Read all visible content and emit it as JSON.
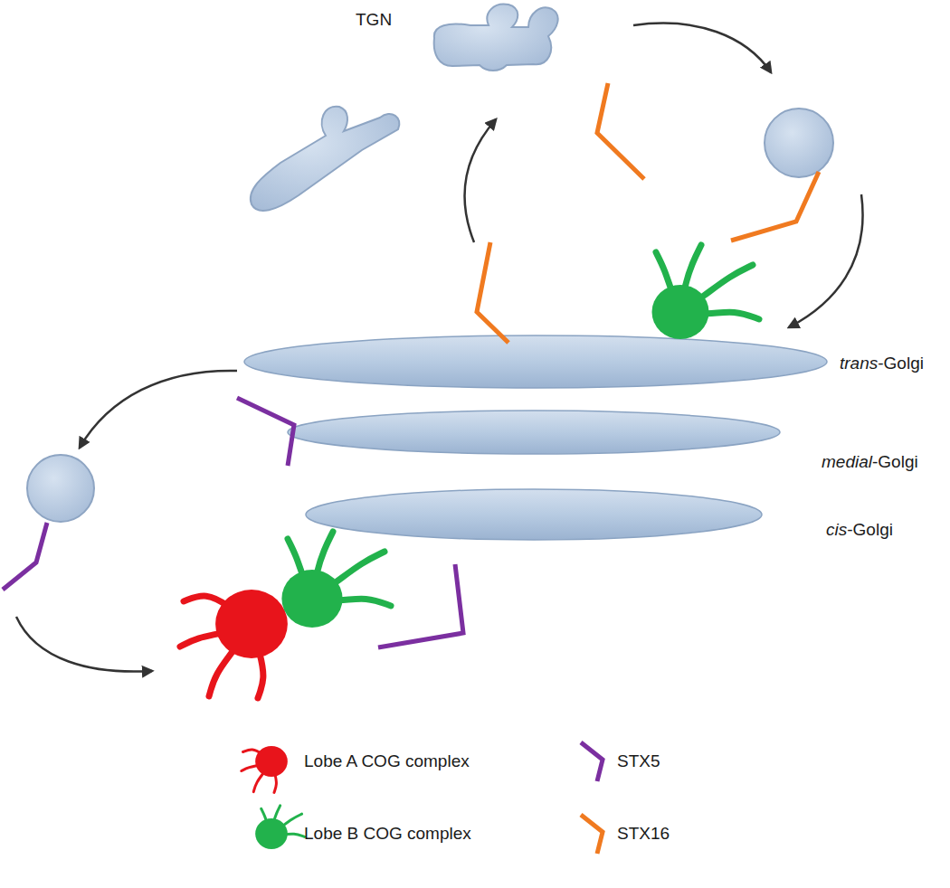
{
  "diagram": {
    "nodes": [
      {
        "text": [
          "trans-Golgi"
        ]
      },
      {
        "text": [
          "medial-Golgi"
        ]
      },
      {
        "text": [
          "cis-Golgi"
        ]
      }
    ],
    "labels": [
      "TGN"
    ],
    "legend": [
      {
        "text": "Lobe A COG complex",
        "color": "#e8141b"
      },
      {
        "text": "STX5",
        "color": "#7b2fa0"
      },
      {
        "text": "Lobe B COG complex",
        "color": "#22b24c"
      },
      {
        "text": "STX16",
        "color": "#f07a20"
      }
    ]
  }
}
